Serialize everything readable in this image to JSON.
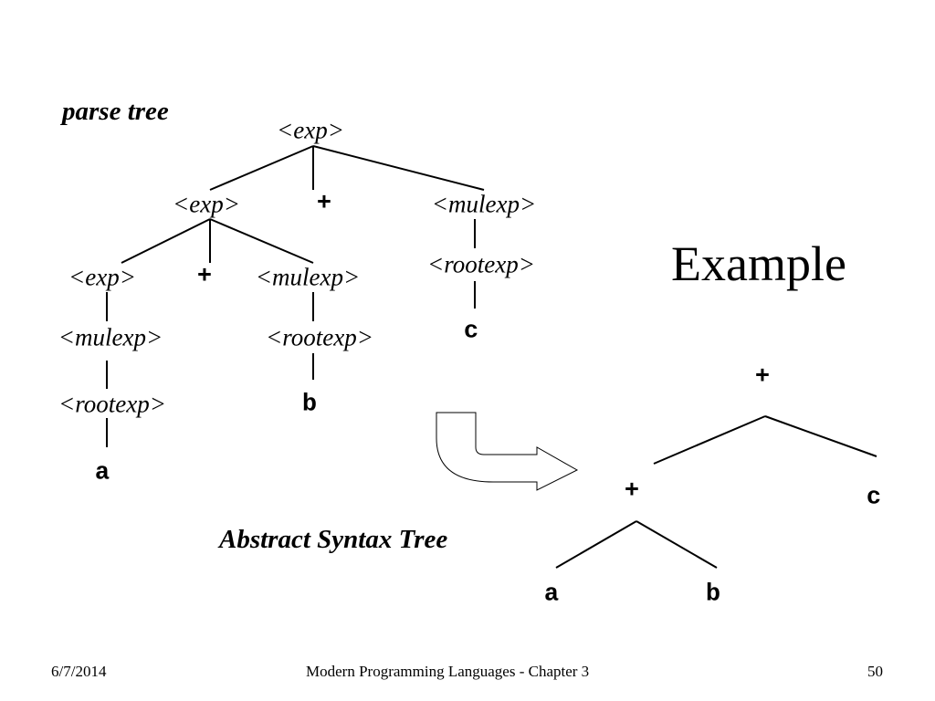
{
  "slide": {
    "title": "Example",
    "parse_tree_label": "parse tree",
    "ast_label": "Abstract Syntax Tree"
  },
  "parse_tree": {
    "root": "<exp>",
    "l1_exp": "<exp>",
    "l1_plus": "+",
    "l1_mulexp": "<mulexp>",
    "l2_exp": "<exp>",
    "l2_plus": "+",
    "l2_mulexp": "<mulexp>",
    "r_rootexp": "<rootexp>",
    "r_c": "c",
    "l3_mulexp": "<mulexp>",
    "l4_rootexp": "<rootexp>",
    "leaf_a": "a",
    "m_rootexp": "<rootexp>",
    "leaf_b": "b"
  },
  "ast": {
    "root": "+",
    "inner_plus": "+",
    "c": "c",
    "a": "a",
    "b": "b"
  },
  "footer": {
    "date": "6/7/2014",
    "course": "Modern Programming Languages - Chapter 3",
    "page": "50"
  }
}
